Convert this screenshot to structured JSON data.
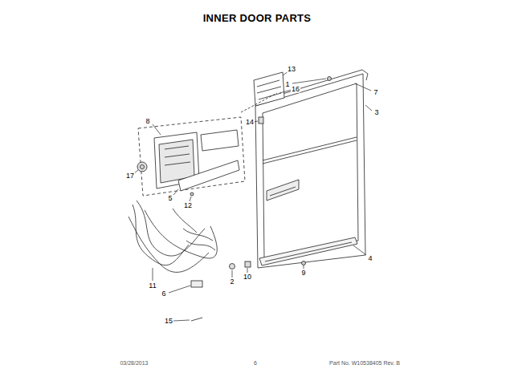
{
  "diagram": {
    "title": "INNER DOOR PARTS",
    "labels": [
      "13",
      "1",
      "16",
      "7",
      "3",
      "8",
      "14",
      "17",
      "5",
      "12",
      "11",
      "4",
      "2",
      "10",
      "9",
      "6",
      "15",
      "03/28/2013",
      "6",
      "Part No. W10538405 Rev. B"
    ]
  }
}
